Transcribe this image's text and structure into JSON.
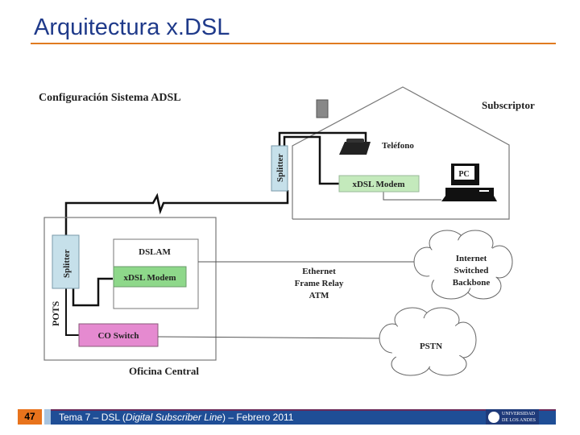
{
  "slide": {
    "title": "Arquitectura x.DSL"
  },
  "diagram": {
    "heading": "Configuración Sistema ADSL",
    "subscriber_label": "Subscriptor",
    "phone_label": "Teléfono",
    "house_splitter": "Splitter",
    "house_modem": "xDSL Modem",
    "pc_label": "PC",
    "co_splitter": "Splitter",
    "dslam_label": "DSLAM",
    "co_modem": "xDSL Modem",
    "pots_label": "POTS",
    "co_switch": "CO Switch",
    "central_office_label": "Oficina Central",
    "link_lines": [
      "Ethernet",
      "Frame Relay",
      "ATM"
    ],
    "internet_cloud": [
      "Internet",
      "Switched",
      "Backbone"
    ],
    "pstn_cloud": "PSTN",
    "colors": {
      "splitter": "#c6e0ea",
      "modem": "#c4eabc",
      "co_switch": "#e58ad0"
    }
  },
  "footer": {
    "page_number": "47",
    "text_prefix": "Tema 7  –  DSL (",
    "text_italic": "Digital Subscriber Line",
    "text_suffix": ")  –  Febrero 2011",
    "logo": "UNIVERSIDAD DE LOS ANDES"
  }
}
